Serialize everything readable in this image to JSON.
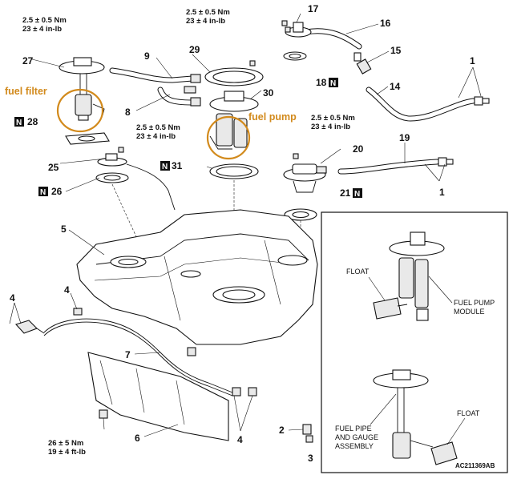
{
  "diagram": {
    "code": "AC211369AB",
    "highlights": {
      "fuel_filter": "fuel filter",
      "fuel_pump": "fuel pump"
    },
    "torques": {
      "t1_line1": "2.5 ± 0.5 Nm",
      "t1_line2": "23 ± 4 in-lb",
      "t2_line1": "2.5 ± 0.5 Nm",
      "t2_line2": "23 ± 4 in-lb",
      "t3_line1": "2.5 ± 0.5 Nm",
      "t3_line2": "23 ± 4 in-lb",
      "t4_line1": "2.5 ± 0.5 Nm",
      "t4_line2": "23 ± 4 in-lb",
      "t5_line1": "26 ± 5 Nm",
      "t5_line2": "19 ± 4 ft-lb"
    },
    "part_numbers": {
      "p1a": "1",
      "p1b": "1",
      "p2": "2",
      "p3": "3",
      "p4a": "4",
      "p4b": "4",
      "p4c": "4",
      "p5": "5",
      "p6": "6",
      "p7": "7",
      "p8": "8",
      "p9": "9",
      "p14": "14",
      "p15": "15",
      "p16": "16",
      "p17": "17",
      "p18": "18",
      "p19": "19",
      "p20": "20",
      "p21": "21",
      "p25": "25",
      "p26": "26",
      "p27": "27",
      "p28": "28",
      "p29": "29",
      "p30": "30",
      "p31": "31"
    },
    "n_marker": "N",
    "inset": {
      "float_top": "FLOAT",
      "pump_module_line1": "FUEL PUMP",
      "pump_module_line2": "MODULE",
      "float_bottom": "FLOAT",
      "pipe_line1": "FUEL PIPE",
      "pipe_line2": "AND GAUGE",
      "pipe_line3": "ASSEMBLY"
    },
    "colors": {
      "highlight": "#d28a1c",
      "ink": "#111111"
    }
  }
}
